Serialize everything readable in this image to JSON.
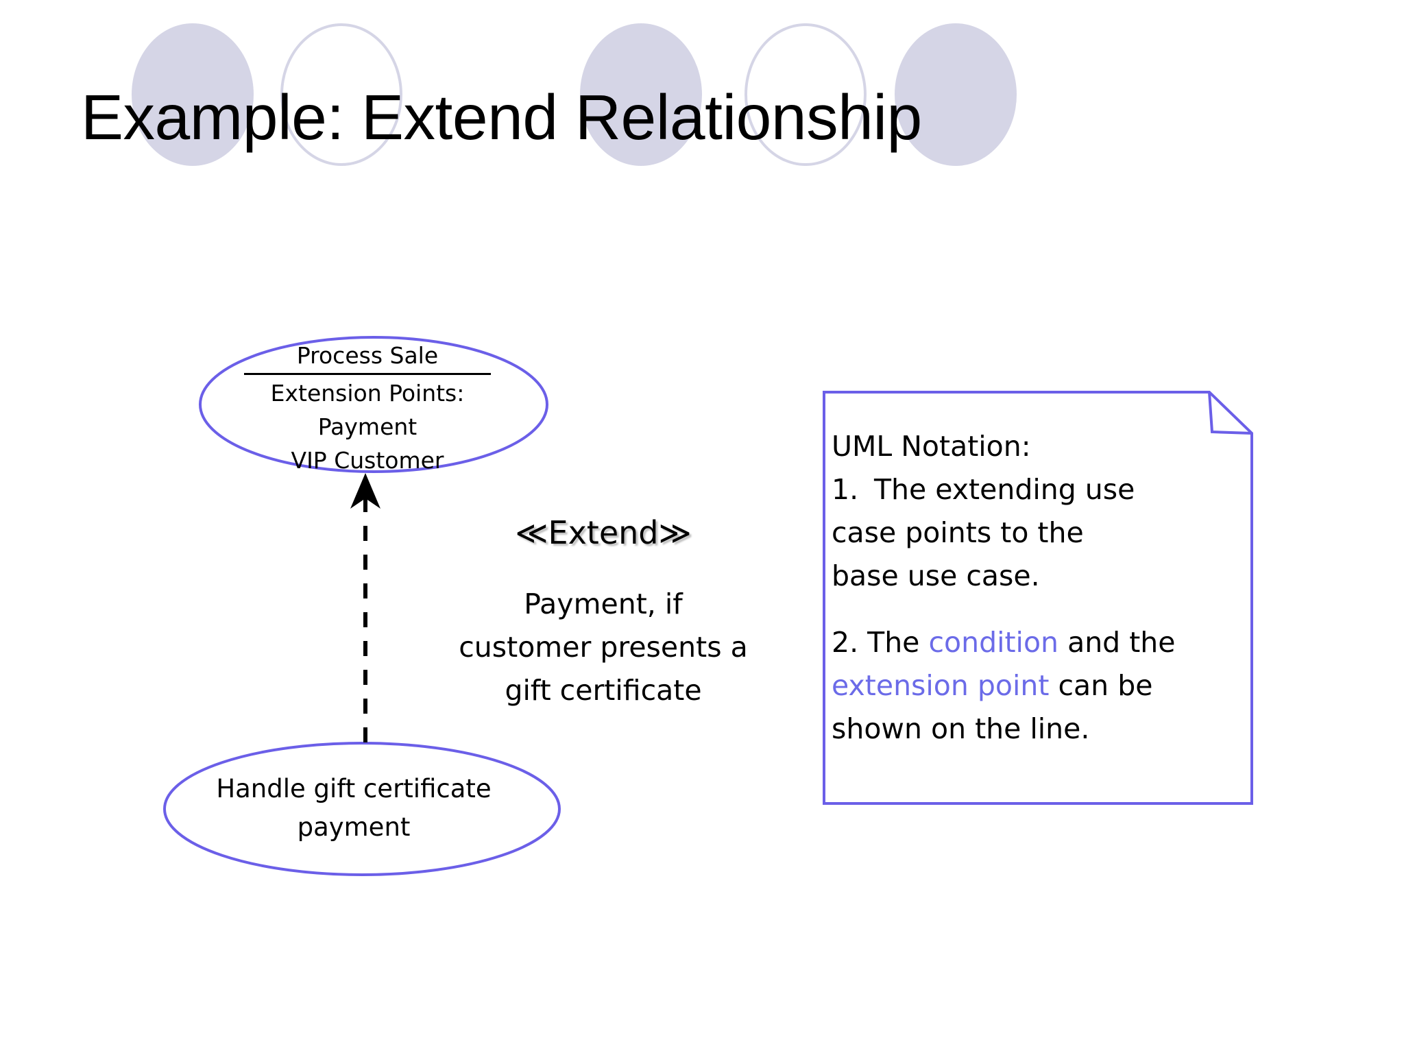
{
  "slide": {
    "title": "Example: Extend Relationship",
    "background_color": "#ffffff"
  },
  "theme": {
    "deco_circle_color": "#d5d5e6",
    "uml_stroke_color": "#6b5fe8",
    "accent_text_color": "#6b6be8",
    "text_color": "#000000"
  },
  "decorations": {
    "circles": [
      {
        "name": "deco-circle-1",
        "style": "filled"
      },
      {
        "name": "deco-circle-2",
        "style": "outline"
      },
      {
        "name": "deco-circle-3",
        "style": "filled"
      },
      {
        "name": "deco-circle-4",
        "style": "outline"
      },
      {
        "name": "deco-circle-5",
        "style": "filled"
      }
    ]
  },
  "diagram": {
    "type": "uml-use-case-extend",
    "base_use_case": {
      "name": "Process Sale",
      "compartment_label": "Extension Points:",
      "extension_points": [
        "Payment",
        "VIP Customer"
      ]
    },
    "extending_use_case": {
      "name_line_1": "Handle gift certificate",
      "name_line_2": "payment"
    },
    "relationship": {
      "stereotype": "≪Extend≫",
      "condition_line_1": "Payment, if",
      "condition_line_2": "customer presents a",
      "condition_line_3": "gift certificate",
      "arrow_style": "dashed-open-arrow",
      "arrow_direction": "extending-to-base"
    }
  },
  "note": {
    "heading": "UML Notation:",
    "item1_number": "1.",
    "item1_line_1": "The extending use",
    "item1_line_2": "case points to the",
    "item1_line_3": "base use case.",
    "item2_prefix": "2. The ",
    "item2_accent_1": "condition",
    "item2_mid": " and the",
    "item2_accent_2": "extension point",
    "item2_suffix": " can be",
    "item2_line_3": "shown on the line."
  }
}
